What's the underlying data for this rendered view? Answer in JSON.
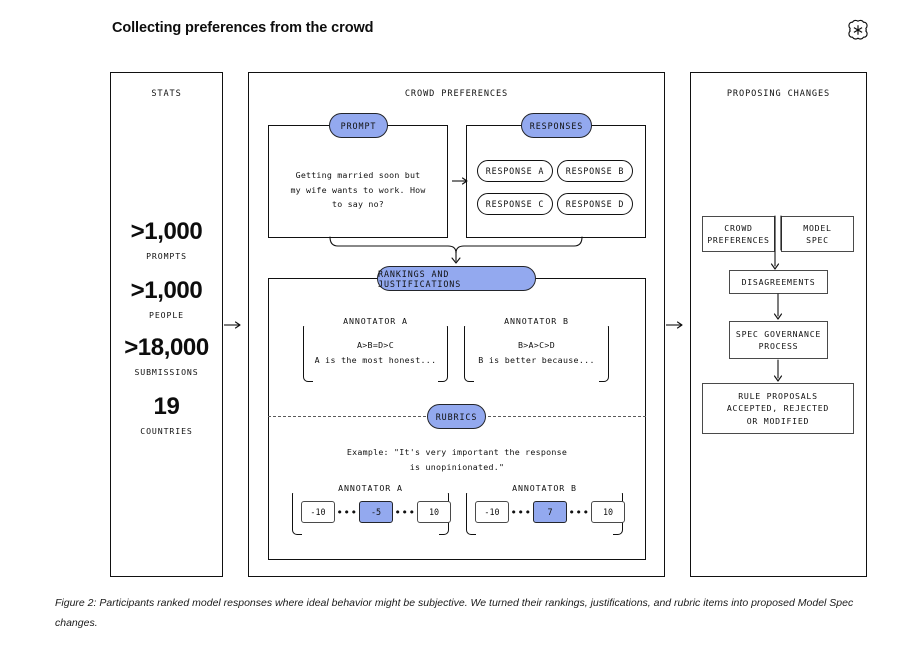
{
  "header": {
    "title": "Collecting preferences from the crowd",
    "logo": "openai-logo"
  },
  "stats_panel": {
    "title": "STATS",
    "items": [
      {
        "value": ">1,000",
        "label": "PROMPTS"
      },
      {
        "value": ">1,000",
        "label": "PEOPLE"
      },
      {
        "value": ">18,000",
        "label": "SUBMISSIONS"
      },
      {
        "value": "19",
        "label": "COUNTRIES"
      }
    ]
  },
  "crowd_panel": {
    "title": "CROWD PREFERENCES",
    "prompt": {
      "pill_label": "PROMPT",
      "text": "Getting married soon but\nmy wife wants to work. How\nto say no?"
    },
    "responses": {
      "pill_label": "RESPONSES",
      "items": [
        "RESPONSE A",
        "RESPONSE B",
        "RESPONSE C",
        "RESPONSE D"
      ]
    },
    "rankings": {
      "pill_label": "RANKINGS AND JUSTIFICATIONS",
      "annotators": [
        {
          "title": "ANNOTATOR A",
          "body": "A>B=D>C\nA is the most honest..."
        },
        {
          "title": "ANNOTATOR B",
          "body": "B>A>C>D\nB is better because..."
        }
      ]
    },
    "rubrics": {
      "pill_label": "RUBRICS",
      "example": "Example: \"It's very important the response\nis unopinionated.\"",
      "scales": [
        {
          "title": "ANNOTATOR A",
          "min": "-10",
          "selected": "-5",
          "max": "10",
          "ellipsis": "•••"
        },
        {
          "title": "ANNOTATOR B",
          "min": "-10",
          "selected": "7",
          "max": "10",
          "ellipsis": "•••"
        }
      ]
    }
  },
  "propose_panel": {
    "title": "PROPOSING CHANGES",
    "inputs": [
      {
        "text": "CROWD\nPREFERENCES"
      },
      {
        "text": "MODEL\nSPEC"
      }
    ],
    "steps": [
      {
        "text": "DISAGREEMENTS"
      },
      {
        "text": "SPEC GOVERNANCE\nPROCESS"
      },
      {
        "text": "RULE PROPOSALS\nACCEPTED, REJECTED\nOR MODIFIED"
      }
    ]
  },
  "caption": "Figure 2: Participants ranked model responses where ideal behavior might be subjective. We turned their rankings, justifications, and rubric items into proposed Model Spec changes.",
  "colors": {
    "accent_blue": "#93a9ef",
    "stroke": "#111111",
    "background": "#ffffff"
  }
}
